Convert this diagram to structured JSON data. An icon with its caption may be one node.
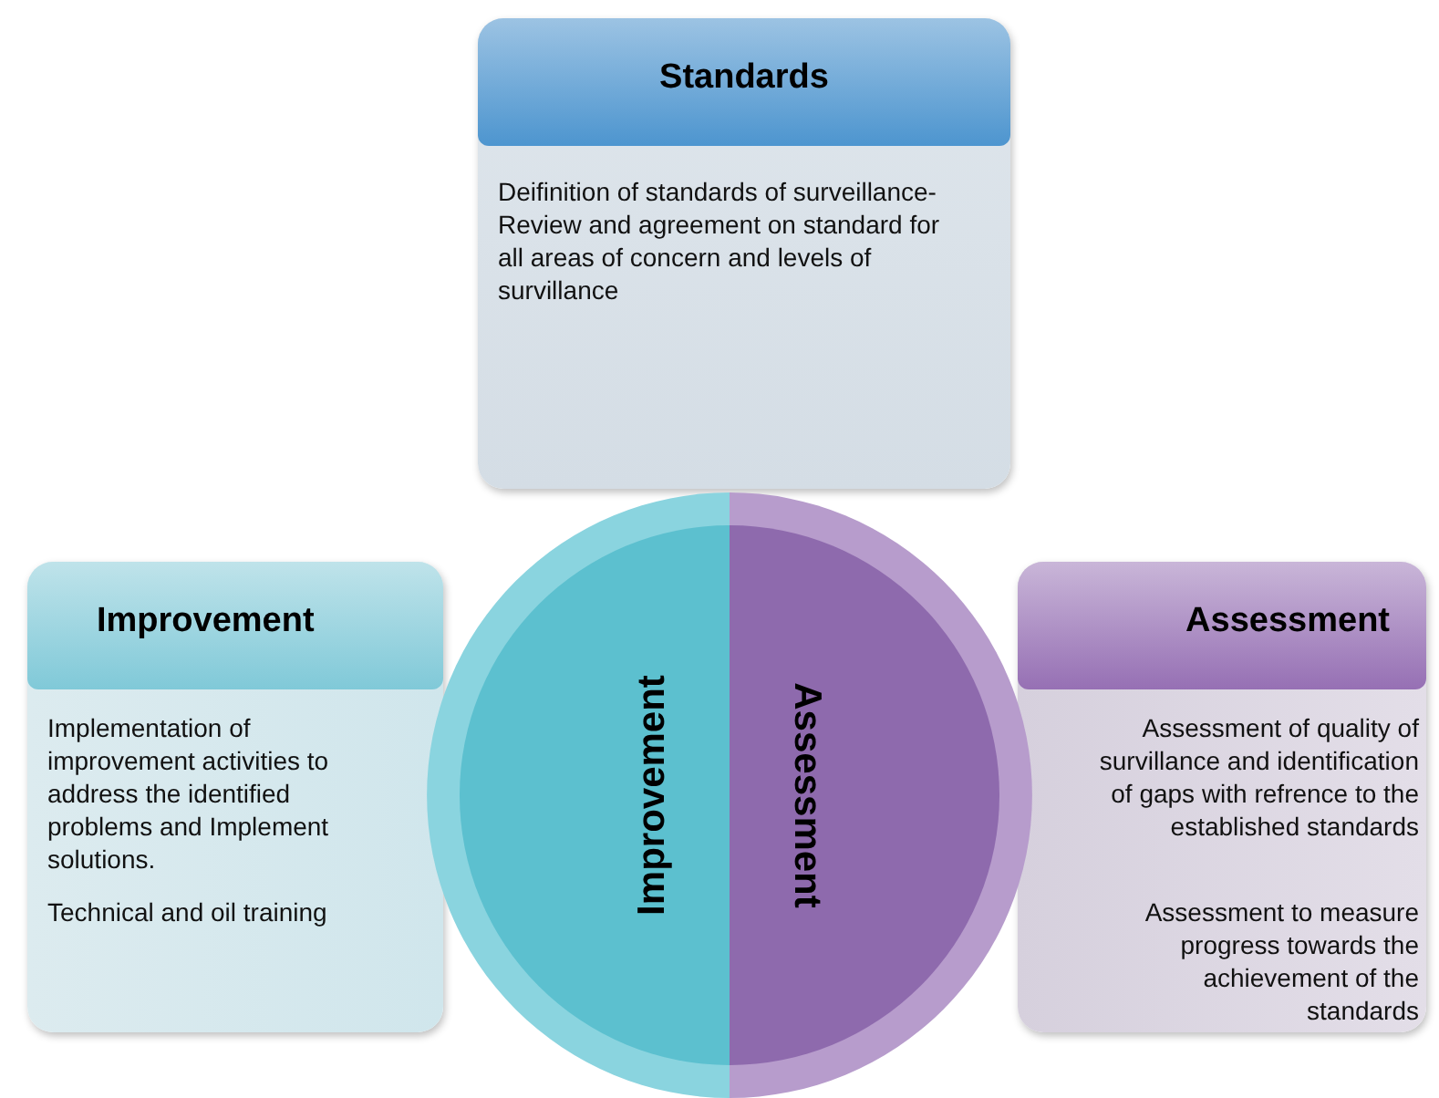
{
  "diagram": {
    "nodes": [
      {
        "text": [
          "Standards",
          "Deifinition of standards of surveillance-Review and agreement on standard for all areas of concern and levels of survillance"
        ]
      },
      {
        "text": [
          "Improvement",
          "Implementation of improvement activities to address the identified problems and Implement solutions.",
          "Technical and oil training"
        ]
      },
      {
        "text": [
          "Assessment",
          "Assessment of quality of survillance and identification of gaps with refrence to the established standards",
          "Assessment to measure progress towards the achievement of the standards"
        ]
      },
      {
        "text": [
          "Improvement"
        ]
      },
      {
        "text": [
          "Assessment"
        ]
      }
    ],
    "edges": []
  }
}
